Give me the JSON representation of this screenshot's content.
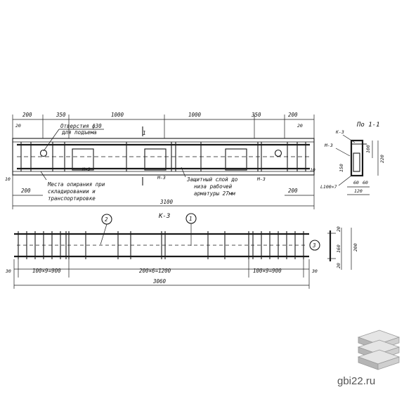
{
  "top_view": {
    "dims_top": [
      "200",
      "350",
      "1000",
      "1000",
      "350",
      "200"
    ],
    "dims_left": [
      "20",
      "10"
    ],
    "dims_right": [
      "20",
      "10"
    ],
    "dim_bottom_left": "200",
    "dim_bottom_right": "200",
    "overall_length": "3100",
    "hole_note": "Отверстия ф30",
    "hole_note_2": "для подъема",
    "support_note": "Места опирания при",
    "support_note_2": "складировании и",
    "support_note_3": "транспортировке",
    "cover_note": "Защитный слой до",
    "cover_note_2": "низа рабочей",
    "cover_note_3": "арматуры 27мм",
    "mesh_labels": [
      "M-3",
      "M-3",
      "M-3"
    ],
    "section_mark": "1"
  },
  "section": {
    "title": "По 1-1",
    "frame_label": "К-3",
    "mesh_label": "М-3",
    "dim_height": "220",
    "dim_upper": "100",
    "dim_150": "150",
    "angle": "L100×7",
    "dim_60a": "60",
    "dim_60b": "60",
    "dim_width": "120"
  },
  "frame_k3": {
    "title": "К-3",
    "callouts": [
      "2",
      "1",
      "3"
    ],
    "dims": [
      "100×9=900",
      "200×6=1200",
      "100×9=900"
    ],
    "end_dims": [
      "30",
      "30"
    ],
    "overall_length": "3060",
    "side_dims": [
      "20",
      "160",
      "20",
      "200"
    ]
  },
  "watermark": "gbi22.ru"
}
